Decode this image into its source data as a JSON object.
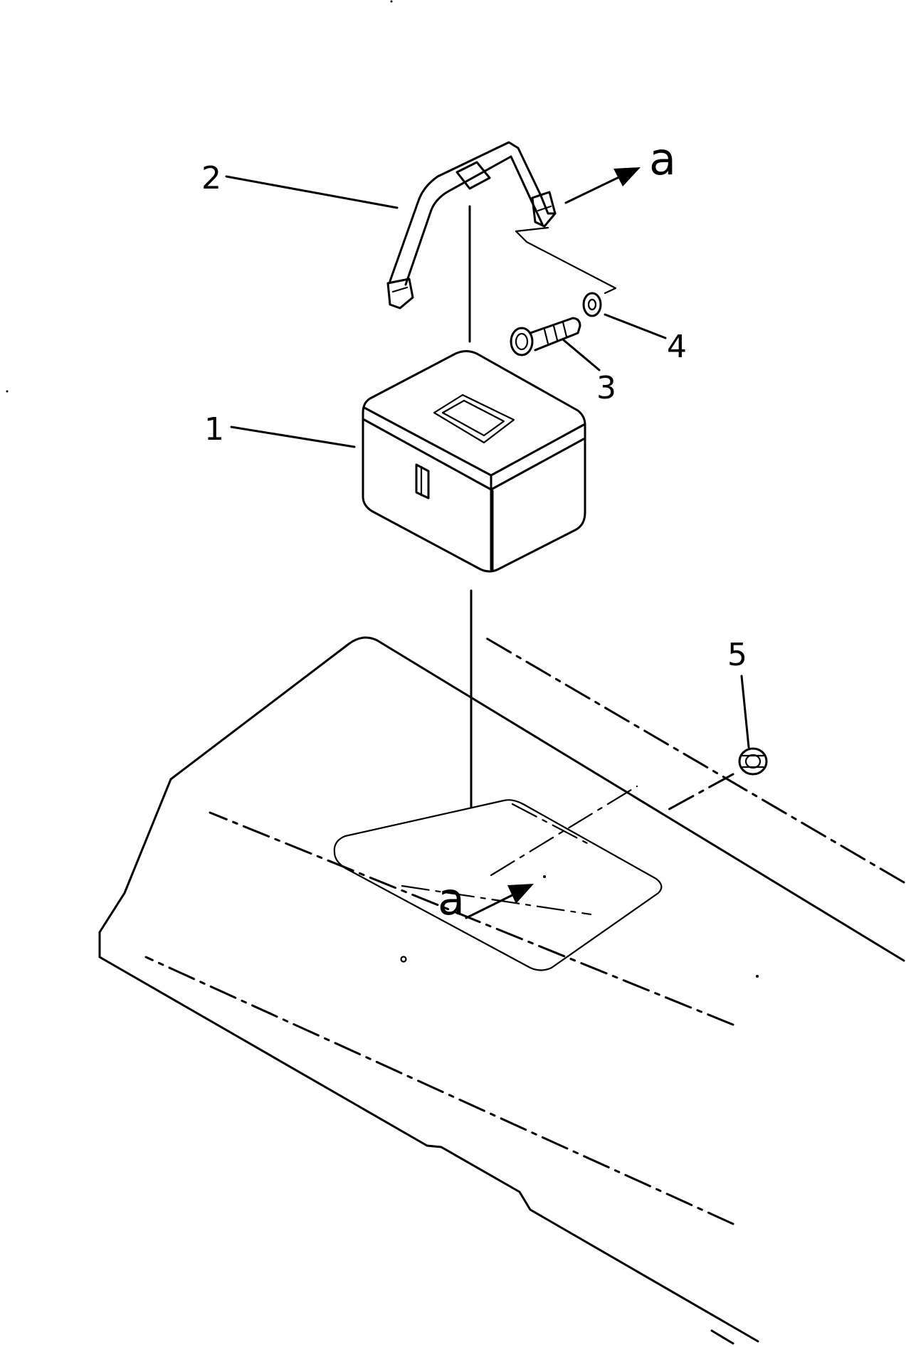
{
  "callouts": {
    "c1": "1",
    "c2": "2",
    "c3": "3",
    "c4": "4",
    "c5": "5"
  },
  "view_markers": {
    "upper": "a",
    "lower": "a"
  },
  "colors": {
    "ink": "#000000",
    "paper": "#ffffff"
  }
}
